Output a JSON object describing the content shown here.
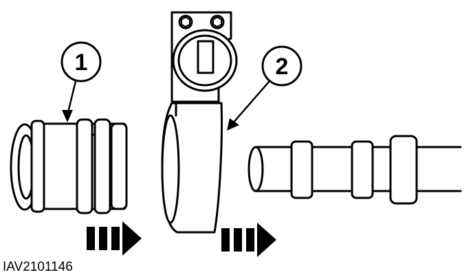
{
  "figure": {
    "id": "IAV2101146"
  },
  "callouts": [
    {
      "number": "1"
    },
    {
      "number": "2"
    }
  ],
  "colors": {
    "line": "#000000",
    "fill": "#ffffff",
    "background": "#ffffff"
  }
}
